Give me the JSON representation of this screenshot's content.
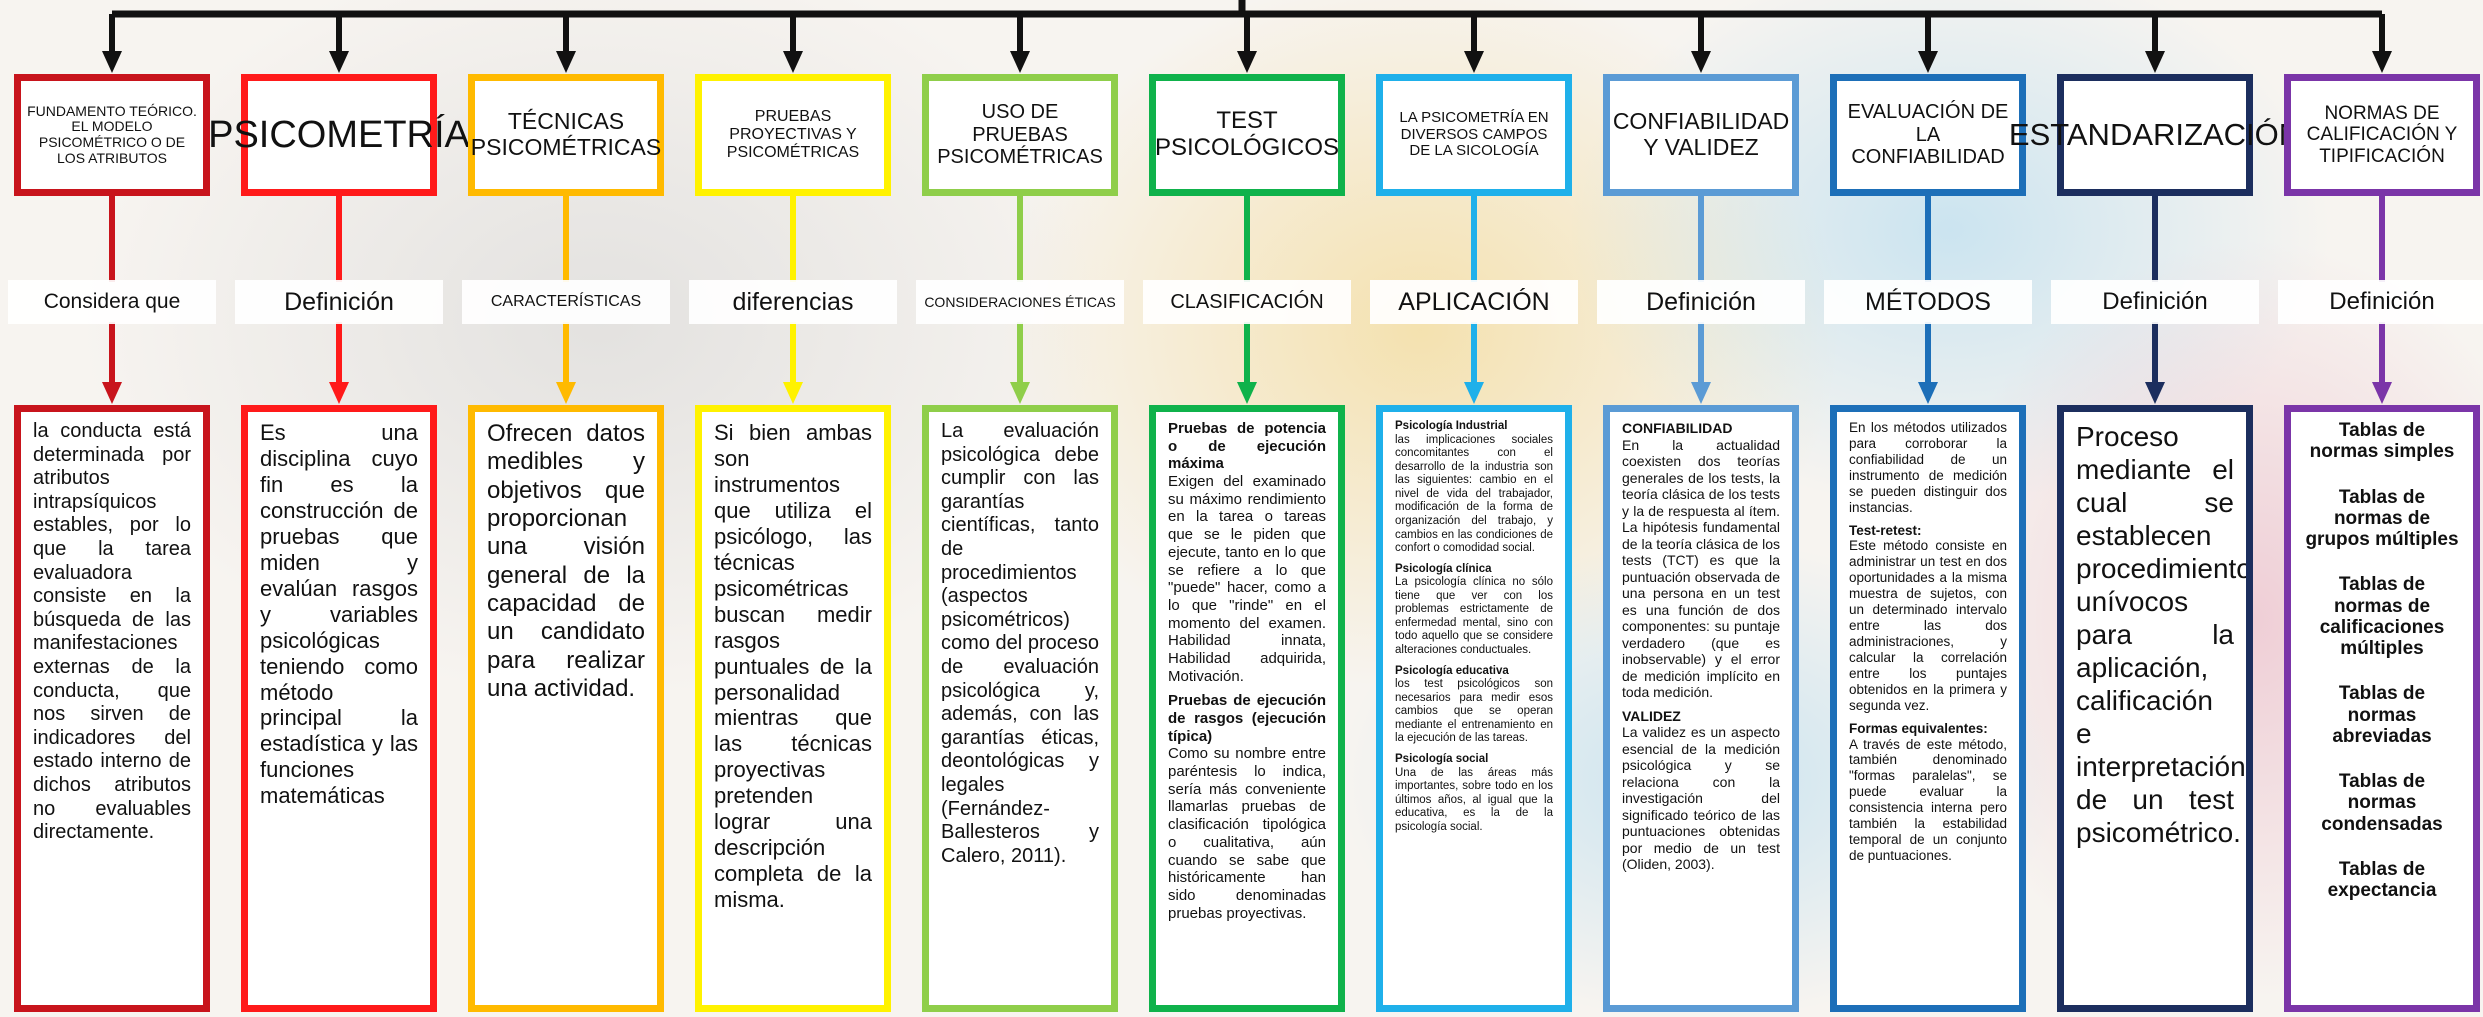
{
  "colors": {
    "line": "#111111",
    "c1": "#c8141c",
    "c2": "#ff1a1a",
    "c3": "#ffba00",
    "c4": "#fff200",
    "c5": "#8fce4a",
    "c6": "#0fb24b",
    "c7": "#1fb0ea",
    "c8": "#5b9bd5",
    "c9": "#1d6fb8",
    "c10": "#1c2e5e",
    "c11": "#7b35a8"
  },
  "columns": [
    {
      "header": "FUNDAMENTO TEÓRICO. EL MODELO PSICOMÉTRICO O DE LOS ATRIBUTOS",
      "label": "Considera que",
      "body": "la conducta está determinada por atributos intrapsíquicos estables, por lo que la tarea evaluadora consiste en la búsqueda de las manifestaciones externas de la conducta, que nos sirven de indicadores del estado interno de dichos atributos no evaluables directamente."
    },
    {
      "header": "PSICOMETRÍA",
      "label": "Definición",
      "body": "Es una disciplina cuyo fin es la construcción de pruebas que miden y evalúan rasgos y variables psicológicas teniendo como método principal la estadística y las funciones matemáticas"
    },
    {
      "header": "TÉCNICAS PSICOMÉTRICAS",
      "label": "CARACTERÍSTICAS",
      "body": "Ofrecen datos medibles y objetivos que proporcionan una visión general de la capacidad de un candidato para realizar una actividad."
    },
    {
      "header": "PRUEBAS PROYECTIVAS Y PSICOMÉTRICAS",
      "label": "diferencias",
      "body": "Si bien ambas son instrumentos que utiliza el psicólogo, las técnicas psicométricas buscan medir rasgos puntuales de la personalidad mientras que las técnicas proyectivas pretenden lograr una descripción completa de la misma."
    },
    {
      "header": "USO DE PRUEBAS PSICOMÉTRICAS",
      "label": "CONSIDERACIONES ÉTICAS",
      "body": "La evaluación psicológica debe cumplir con las garantías científicas, tanto de procedimientos (aspectos psicométricos) como del proceso de evaluación psicológica y, además, con las garantías éticas, deontológicas y legales (Fernández-Ballesteros y Calero, 2011)."
    },
    {
      "header": "TEST PSICOLÓGICOS",
      "label": "CLASIFICACIÓN",
      "sections": [
        {
          "title": "Pruebas de potencia o de ejecución máxima",
          "text": "Exigen del examinado su máximo rendimiento en la tarea o tareas que se le piden que ejecute, tanto en lo que se refiere a lo que \"puede\" hacer, como a lo que \"rinde\" en el momento del examen. Habilidad innata, Habilidad adquirida, Motivación."
        },
        {
          "title": "Pruebas de ejecución de rasgos (ejecución típica)",
          "text": "Como su nombre entre paréntesis lo indica, sería más conveniente llamarlas pruebas de clasificación tipológica o cualitativa, aún cuando se sabe que históricamente han sido denominadas pruebas proyectivas."
        }
      ]
    },
    {
      "header": "LA PSICOMETRÍA EN DIVERSOS CAMPOS DE LA SICOLOGÍA",
      "label": "APLICACIÓN",
      "sections": [
        {
          "title": "Psicología Industrial",
          "text": "las implicaciones sociales concomitantes con el desarrollo de la industria son las siguientes: cambio en el nivel de vida del trabajador, modificación de la forma de organización del trabajo, y cambios en las condiciones de confort o comodidad social."
        },
        {
          "title": "Psicología clínica",
          "text": "La psicología clínica no sólo tiene que ver con los problemas estrictamente de enfermedad mental, sino con todo aquello que se considere alteraciones conductuales."
        },
        {
          "title": "Psicología educativa",
          "text": "los test psicológicos son necesarios para medir esos cambios que se operan mediante el entrenamiento en la ejecución de las tareas."
        },
        {
          "title": "Psicología social",
          "text": "Una de las áreas más importantes, sobre todo en los últimos años, al igual que la educativa, es la de la psicología social."
        }
      ]
    },
    {
      "header": "CONFIABILIDAD Y VALIDEZ",
      "label": "Definición",
      "sections": [
        {
          "title": "CONFIABILIDAD",
          "text": "En la actualidad coexisten dos teorías generales de los tests, la teoría clásica de los tests y la de respuesta al ítem. La hipótesis fundamental de la teoría clásica de los tests (TCT) es que la puntuación observada de una persona en un test es una función de dos componentes: su puntaje verdadero (que es inobservable) y el error de medición implícito en toda medición."
        },
        {
          "title": "VALIDEZ",
          "text": "La validez es un aspecto esencial de la medición psicológica y se relaciona con la investigación del significado teórico de las puntuaciones obtenidas por medio de un test (Oliden, 2003)."
        }
      ]
    },
    {
      "header": "EVALUACIÓN DE LA CONFIABILIDAD",
      "label": "MÉTODOS",
      "sections": [
        {
          "title": "",
          "text": "En los métodos utilizados para corroborar la confiabilidad de un instrumento de medición se pueden distinguir dos instancias."
        },
        {
          "title": "Test-retest:",
          "text": "Este método consiste en administrar un test en dos oportunidades a la misma muestra de sujetos, con un determinado intervalo entre las dos administraciones, y calcular la correlación entre los puntajes obtenidos en la primera y segunda vez."
        },
        {
          "title": "Formas equivalentes:",
          "text": "A través de este método, también denominado \"formas paralelas\", se puede evaluar la consistencia interna pero también la estabilidad temporal de un conjunto de puntuaciones."
        }
      ]
    },
    {
      "header": "ESTANDARIZACIÓN",
      "label": "Definición",
      "body": "Proceso mediante el cual se establecen procedimientos unívocos para la aplicación, calificación e interpretación de un test psicométrico."
    },
    {
      "header": "NORMAS DE CALIFICACIÓN Y TIPIFICACIÓN",
      "label": "Definición",
      "items": [
        "Tablas de normas simples",
        "Tablas de normas de grupos múltiples",
        "Tablas de normas de calificaciones múltiples",
        "Tablas de normas abreviadas",
        "Tablas de normas condensadas",
        "Tablas de expectancia"
      ]
    }
  ]
}
